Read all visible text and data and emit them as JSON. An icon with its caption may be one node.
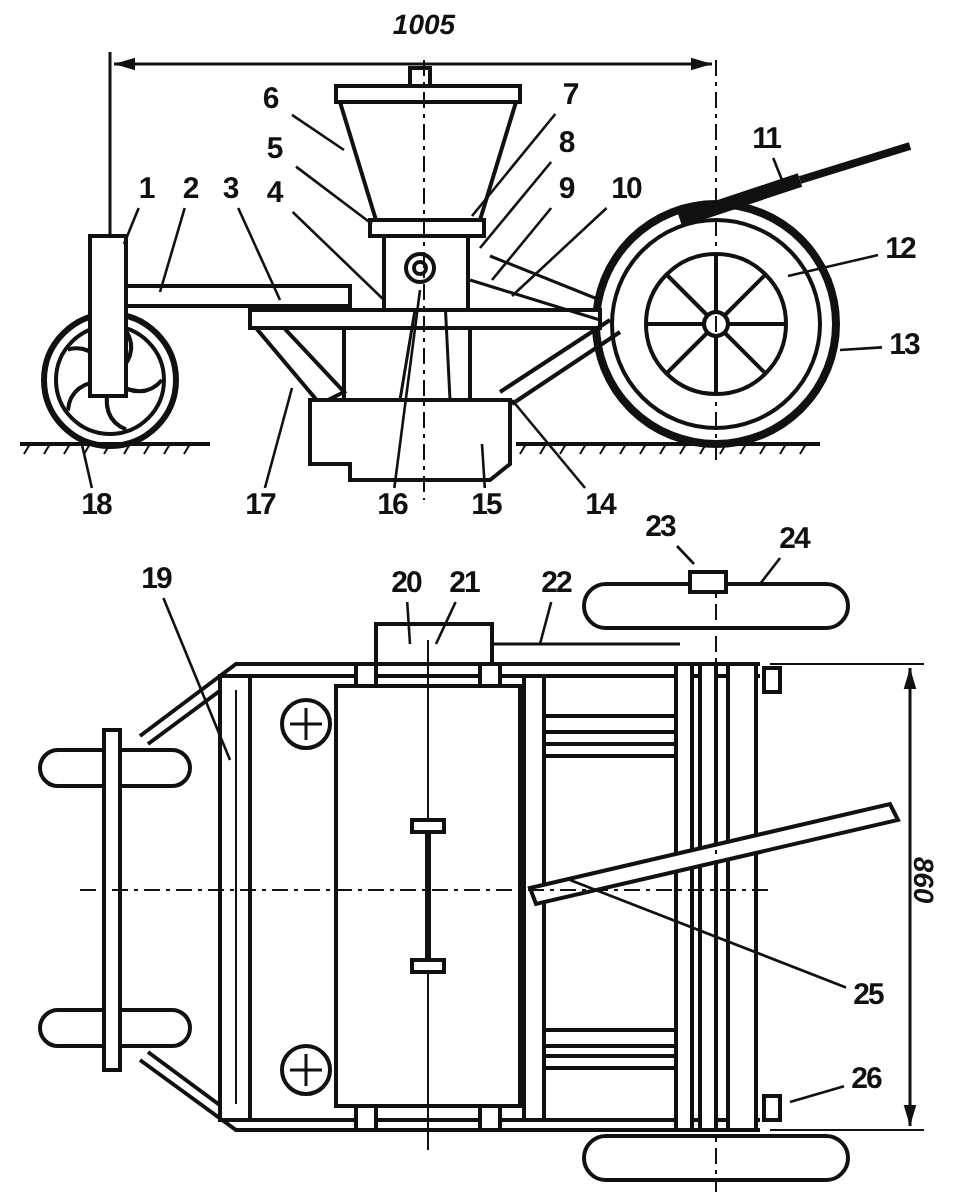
{
  "diagram": {
    "nodes": [
      {
        "text": [
          "1"
        ]
      },
      {
        "text": [
          "2"
        ]
      },
      {
        "text": [
          "3"
        ]
      },
      {
        "text": [
          "4"
        ]
      },
      {
        "text": [
          "5"
        ]
      },
      {
        "text": [
          "6"
        ]
      },
      {
        "text": [
          "7"
        ]
      },
      {
        "text": [
          "8"
        ]
      },
      {
        "text": [
          "9"
        ]
      },
      {
        "text": [
          "10"
        ]
      },
      {
        "text": [
          "11"
        ]
      },
      {
        "text": [
          "12"
        ]
      },
      {
        "text": [
          "13"
        ]
      },
      {
        "text": [
          "14"
        ]
      },
      {
        "text": [
          "15"
        ]
      },
      {
        "text": [
          "16"
        ]
      },
      {
        "text": [
          "17"
        ]
      },
      {
        "text": [
          "18"
        ]
      },
      {
        "text": [
          "19"
        ]
      },
      {
        "text": [
          "20"
        ]
      },
      {
        "text": [
          "21"
        ]
      },
      {
        "text": [
          "22"
        ]
      },
      {
        "text": [
          "23"
        ]
      },
      {
        "text": [
          "24"
        ]
      },
      {
        "text": [
          "25"
        ]
      },
      {
        "text": [
          "26"
        ]
      }
    ],
    "edges": [
      {
        "from": 0,
        "to": null,
        "arrow": "none"
      },
      {
        "from": 1,
        "to": null,
        "arrow": "none"
      },
      {
        "from": 2,
        "to": null,
        "arrow": "none"
      },
      {
        "from": 3,
        "to": null,
        "arrow": "none"
      },
      {
        "from": 4,
        "to": null,
        "arrow": "none"
      },
      {
        "from": 5,
        "to": null,
        "arrow": "none"
      },
      {
        "from": 6,
        "to": null,
        "arrow": "none"
      },
      {
        "from": 7,
        "to": null,
        "arrow": "none"
      },
      {
        "from": 8,
        "to": null,
        "arrow": "none"
      },
      {
        "from": 9,
        "to": null,
        "arrow": "none"
      },
      {
        "from": 10,
        "to": null,
        "arrow": "none"
      },
      {
        "from": 11,
        "to": null,
        "arrow": "none"
      },
      {
        "from": 12,
        "to": null,
        "arrow": "none"
      },
      {
        "from": 13,
        "to": null,
        "arrow": "none"
      },
      {
        "from": 14,
        "to": null,
        "arrow": "none"
      },
      {
        "from": 15,
        "to": null,
        "arrow": "none"
      },
      {
        "from": 16,
        "to": null,
        "arrow": "none"
      },
      {
        "from": 17,
        "to": null,
        "arrow": "none"
      },
      {
        "from": 18,
        "to": null,
        "arrow": "none"
      },
      {
        "from": 19,
        "to": null,
        "arrow": "none"
      },
      {
        "from": 20,
        "to": null,
        "arrow": "none"
      },
      {
        "from": 21,
        "to": null,
        "arrow": "none"
      },
      {
        "from": 22,
        "to": null,
        "arrow": "none"
      },
      {
        "from": 23,
        "to": null,
        "arrow": "none"
      },
      {
        "from": 24,
        "to": null,
        "arrow": "none"
      },
      {
        "from": 25,
        "to": null,
        "arrow": "none"
      }
    ],
    "labels": [
      "1005",
      "860"
    ]
  }
}
